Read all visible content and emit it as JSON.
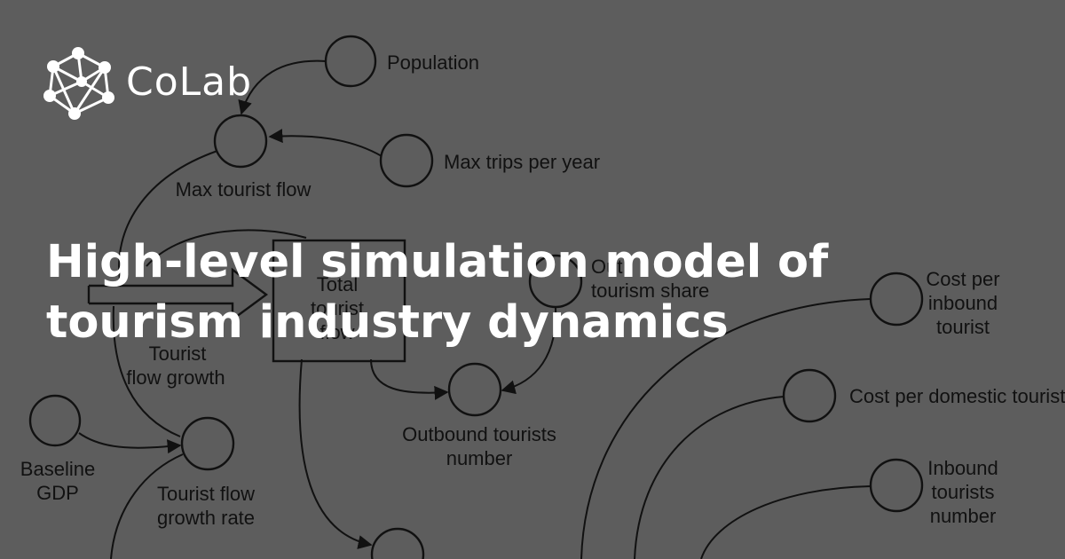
{
  "brand": {
    "name": "CoLab",
    "logo_icon": "network-nodes-icon"
  },
  "headline": "High-level simulation model of tourism industry dynamics",
  "diagram": {
    "population": "Population",
    "max_trips": "Max trips per year",
    "max_tourist_flow": "Max tourist flow",
    "outbound_share_partial": "Out",
    "outbound_share": "tourism share",
    "total_tourist_flow": [
      "Total",
      "tourist",
      "flow"
    ],
    "tourist_flow_growth": [
      "Tourist",
      "flow growth"
    ],
    "outbound_tourists": [
      "Outbound tourists",
      "number"
    ],
    "cost_inbound": [
      "Cost per",
      "inbound",
      "tourist"
    ],
    "cost_domestic": "Cost per domestic tourist",
    "inbound_tourists": [
      "Inbound",
      "tourists",
      "number"
    ],
    "baseline_gdp": [
      "Baseline",
      "GDP"
    ],
    "tourist_flow_growth_rate": [
      "Tourist flow",
      "growth rate"
    ]
  },
  "colors": {
    "background": "#5d5d5d",
    "ink": "#111111",
    "text": "#ffffff"
  }
}
